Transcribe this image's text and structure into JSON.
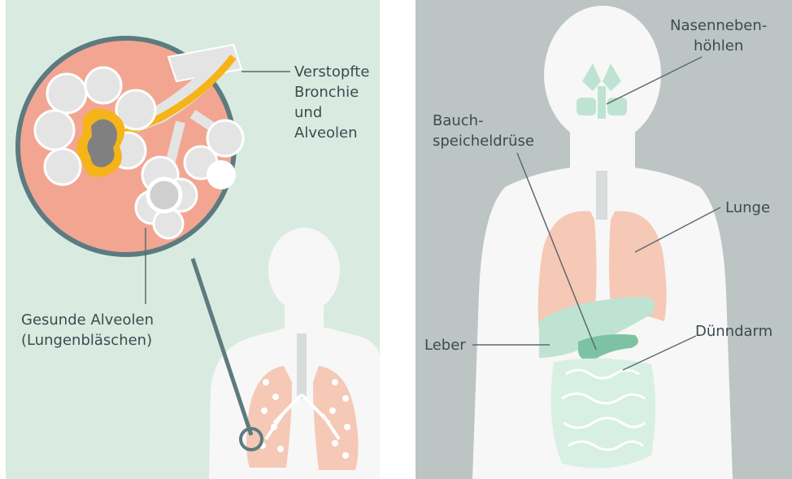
{
  "colors": {
    "left_bg": "#d9ebe1",
    "right_bg": "#bcc4c4",
    "body": "#f6f7f6",
    "lung": "#f6c8b6",
    "lens_fill": "#f2a691",
    "lens_ring": "#5c7b80",
    "mucus": "#f5b417",
    "alveoli": "#e4e4e4",
    "organ_green": "#bfe3d3",
    "pancreas": "#7dc3a3",
    "text": "#3e4a4f",
    "leader": "#5c6a6e"
  },
  "left": {
    "label_clogged": "Verstopfte\nBronchie\nund\nAlveolen",
    "label_healthy": "Gesunde Alveolen\n(Lungenbläschen)"
  },
  "right": {
    "label_sinus": "Nasenneben-\nhöhlen",
    "label_pancreas": "Bauch-\nspeicheldrüse",
    "label_lung": "Lunge",
    "label_liver": "Leber",
    "label_small_intestine": "Dünndarm"
  }
}
